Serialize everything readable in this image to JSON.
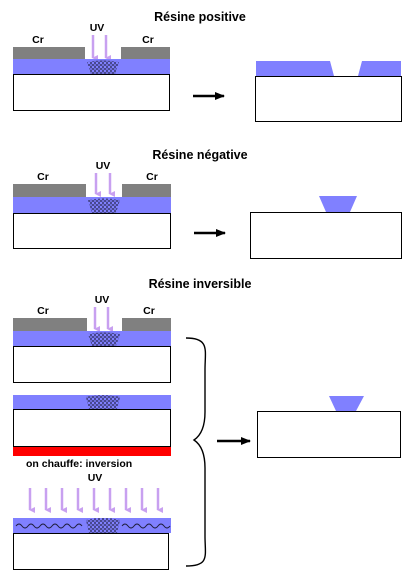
{
  "sections": [
    {
      "title": "Résine positive"
    },
    {
      "title": "Résine négative"
    },
    {
      "title": "Résine inversible"
    }
  ],
  "labels": {
    "uv": "UV",
    "chromium": "Cr",
    "heating_step": "on chauffe: inversion"
  },
  "colors": {
    "resist": "#8080ff",
    "chromium_mask": "#808080",
    "uv_arrow": "#c8a0f0",
    "heat_bar": "#ff0000",
    "exposed_zone": "#202040"
  },
  "icons": [
    "uv-arrow-icon",
    "process-arrow-icon",
    "curly-brace-icon"
  ]
}
